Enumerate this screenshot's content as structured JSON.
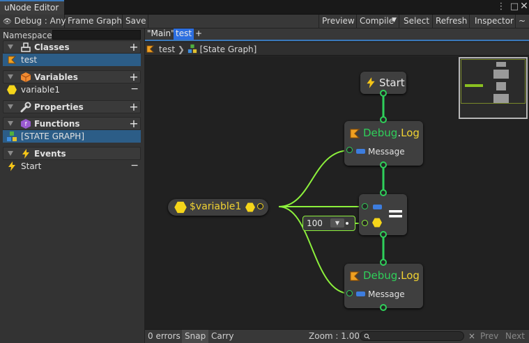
{
  "window": {
    "tab": "uNode Editor"
  },
  "toolbar": {
    "debug": "Debug : Any",
    "frame_graph": "Frame Graph",
    "save": "Save",
    "preview": "Preview",
    "compile": "Compile",
    "select": "Select",
    "refresh": "Refresh",
    "inspector": "Inspector",
    "more": "~"
  },
  "sidebar": {
    "namespace_label": "Namespace",
    "namespace_value": "",
    "classes": {
      "title": "Classes",
      "items": [
        "test"
      ]
    },
    "variables": {
      "title": "Variables",
      "items": [
        "variable1"
      ]
    },
    "properties": {
      "title": "Properties"
    },
    "functions": {
      "title": "Functions",
      "items": [
        "[STATE GRAPH]"
      ]
    },
    "events": {
      "title": "Events",
      "items": [
        "Start"
      ]
    }
  },
  "graph_tabs": {
    "main": "\"Main\"",
    "test": "test",
    "add": "+"
  },
  "breadcrumb": {
    "root": "test",
    "current": "[State Graph]"
  },
  "nodes": {
    "start": {
      "title": "Start"
    },
    "log1": {
      "class": "Debug",
      "sep": ".",
      "method": "Log",
      "param": "Message"
    },
    "equals": {
      "symbol": "="
    },
    "log2": {
      "class": "Debug",
      "sep": ".",
      "method": "Log",
      "param": "Message"
    },
    "variable": {
      "title": "$variable1"
    },
    "literal": {
      "value": "100"
    }
  },
  "status": {
    "errors": "0 errors",
    "snap": "Snap",
    "carry": "Carry",
    "zoom": "Zoom : 1.00",
    "search_placeholder": "",
    "clear": "×",
    "prev": "Prev",
    "next": "Next"
  },
  "colors": {
    "accent": "#3a79bb",
    "flow": "#2fd05a",
    "value_wire": "#8cf03c",
    "debug": "#2fd05a",
    "log": "#f0d232",
    "yellow_pin": "#f5d51a"
  }
}
